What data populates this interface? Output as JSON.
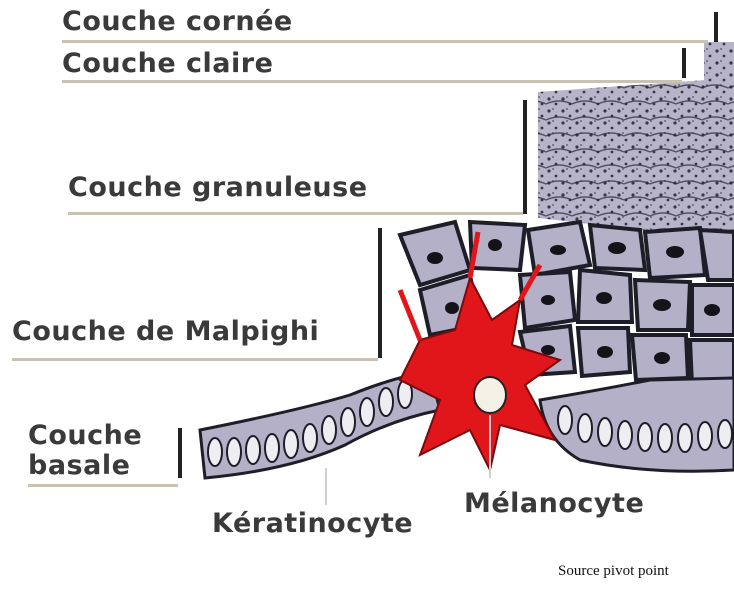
{
  "layers": {
    "cornee": "Couche cornée",
    "claire": "Couche claire",
    "granuleuse": "Couche granuleuse",
    "malpighi": "Couche de Malpighi",
    "basale_line1": "Couche",
    "basale_line2": "basale"
  },
  "cells": {
    "keratinocyte": "Kératinocyte",
    "melanocyte": "Mélanocyte"
  },
  "source": "Source pivot point",
  "colors": {
    "cell_fill": "#b3b0c8",
    "cell_outline": "#1e1e28",
    "melanocyte_red": "#e0161a",
    "label_text": "#3a3a3a"
  }
}
